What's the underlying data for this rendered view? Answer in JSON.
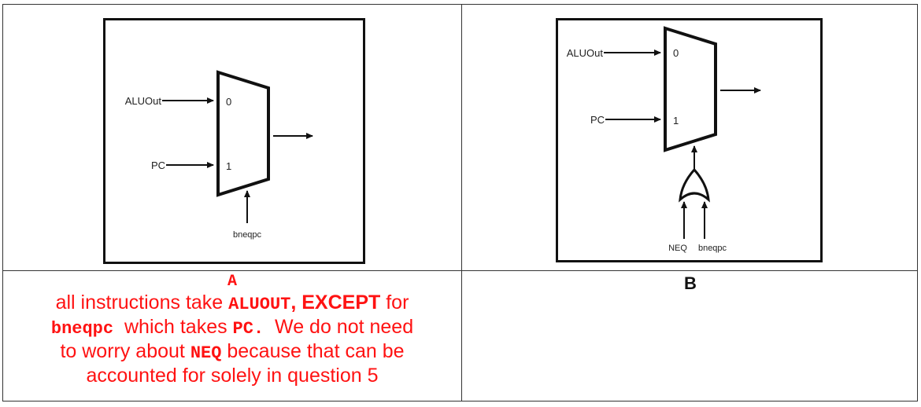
{
  "diagram_a": {
    "input_0_label": "ALUOut",
    "input_1_label": "PC",
    "select_0": "0",
    "select_1": "1",
    "control_label": "bneqpc"
  },
  "diagram_b": {
    "input_0_label": "ALUOut",
    "input_1_label": "PC",
    "select_0": "0",
    "select_1": "1",
    "gate_input_1_label": "NEQ",
    "gate_input_2_label": "bneqpc"
  },
  "cell_a": {
    "title": "A",
    "line1_part1": "all instructions take ",
    "line1_code": "ALUOUT",
    "line1_part2": ", EXCEPT",
    "line1_part3": " for",
    "line2_code": "bneqpc",
    "line2_part1": "  which takes ",
    "line2_code2": "PC.",
    "line2_part2": "  We do not need",
    "line3_part1": "to worry about ",
    "line3_code": "NEQ",
    "line3_part2": " because that can be",
    "line4": "accounted for solely in question 5"
  },
  "cell_b": {
    "title": "B"
  }
}
